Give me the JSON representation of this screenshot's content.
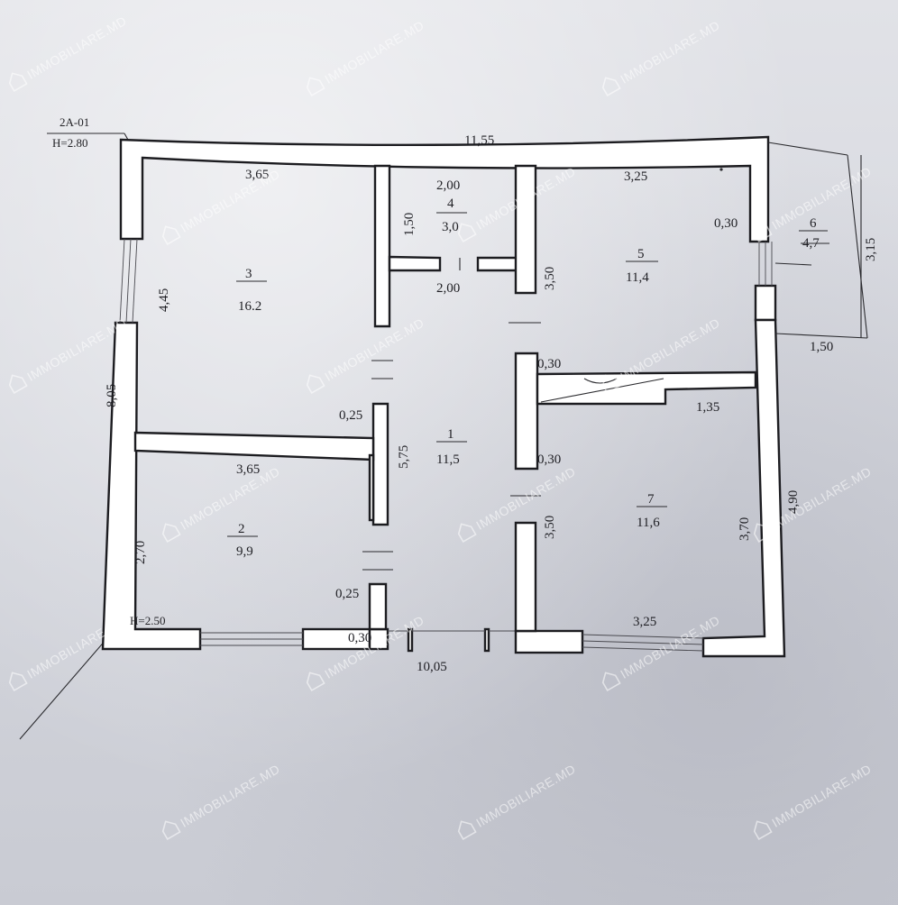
{
  "plan": {
    "label_top": "2A-01",
    "label_height": "H=2.80",
    "label_height_small": "H=2.50",
    "overall_width_top": "11,55",
    "overall_width_bottom": "10,05",
    "overall_height_left": "8,05",
    "rooms": [
      {
        "num": "1",
        "area": "11,5"
      },
      {
        "num": "2",
        "area": "9,9"
      },
      {
        "num": "3",
        "area": "16.2"
      },
      {
        "num": "4",
        "area": "3,0"
      },
      {
        "num": "5",
        "area": "11,4"
      },
      {
        "num": "6",
        "area": "4,7"
      },
      {
        "num": "7",
        "area": "11,6"
      }
    ],
    "dims": {
      "r3_top": "3,65",
      "r3_left": "4,45",
      "r4_top": "2,00",
      "r4_left": "1,50",
      "r4_bottom": "2,00",
      "r5_top": "3,25",
      "wall_030_top": "0,30",
      "r6_right": "3,15",
      "r6_bottom": "1,50",
      "corridor_350_top": "3,50",
      "corridor_030_mid": "0,30",
      "r7_shelf": "1,35",
      "corridor_030_low": "0,30",
      "corridor_575": "5,75",
      "wall_025_upper": "0,25",
      "r2_top": "3,65",
      "r2_left": "2,70",
      "wall_025_lower": "0,25",
      "corridor_350_low": "3,50",
      "r7_right": "3,70",
      "outer_right": "4,90",
      "r7_bottom": "3,25",
      "wall_030_bottom": "0,30"
    }
  },
  "watermark": "IMMOBILIARE.MD"
}
